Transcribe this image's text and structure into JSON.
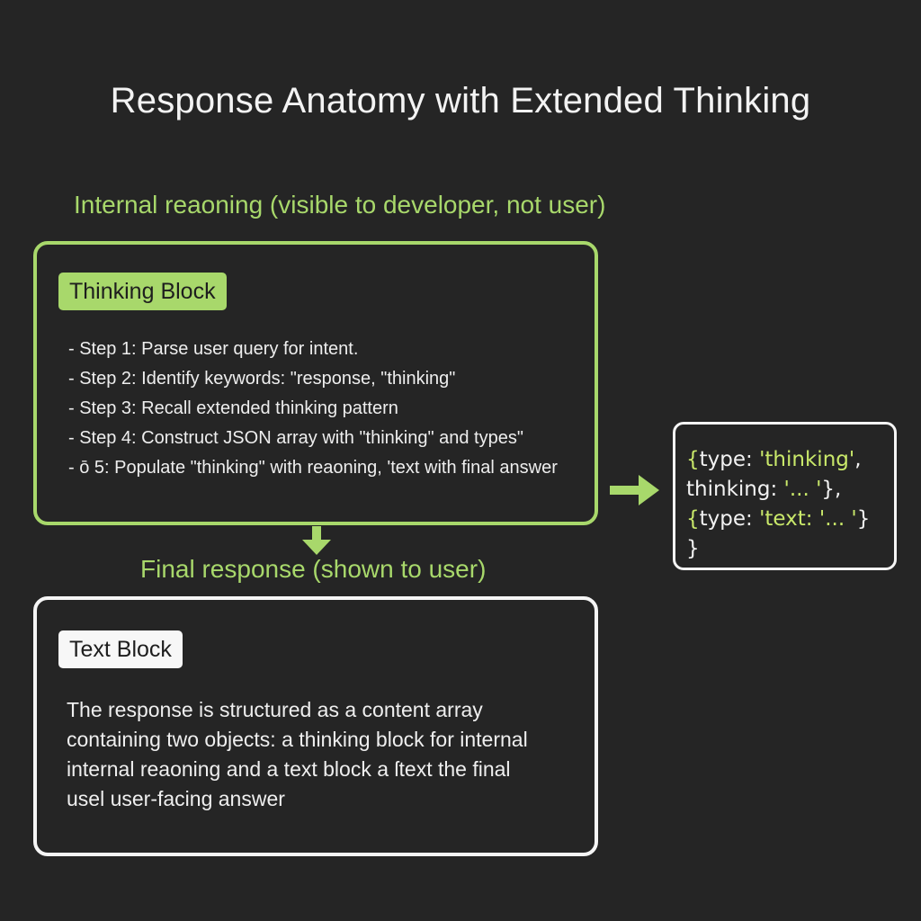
{
  "title": "Response Anatomy with Extended Thinking",
  "captions": {
    "internal": "Internal reaoning (visible to developer, not user)",
    "final": "Final response (shown to user)"
  },
  "thinking_block": {
    "badge": "Thinking Block",
    "steps": [
      "- Step 1: Parse user query for intent.",
      "- Step 2: Identify keywords: \"response, \"thinking\"",
      "- Step 3: Recall extended thinking pattern",
      "- Step 4: Construct JSON array with \"thinking\" and types\"",
      "- ō 5: Populate \"thinking\" with reaoning, 'text with final answer"
    ]
  },
  "text_block": {
    "badge": "Text Block",
    "lines": [
      "The response is structured as a content array",
      "containing two objects: a thinking block for internal",
      "internal reaoning and a text block a ſtext the final",
      "usel user-facing answer"
    ]
  },
  "json_example": {
    "line1_open": "{",
    "line1_key": "type: ",
    "line1_value": "'thinking'",
    "line1_end": ",",
    "line2_key": "thinking: ",
    "line2_value": "'... '",
    "line2_end": "},",
    "line3_open": "{",
    "line3_key": "type: ",
    "line3_value": "'text: '... '",
    "line3_end": "}",
    "line4": "}"
  },
  "colors": {
    "background": "#252525",
    "accent_green": "#a8d86b",
    "code_green": "#c9e86a",
    "white": "#f5f5f5"
  }
}
